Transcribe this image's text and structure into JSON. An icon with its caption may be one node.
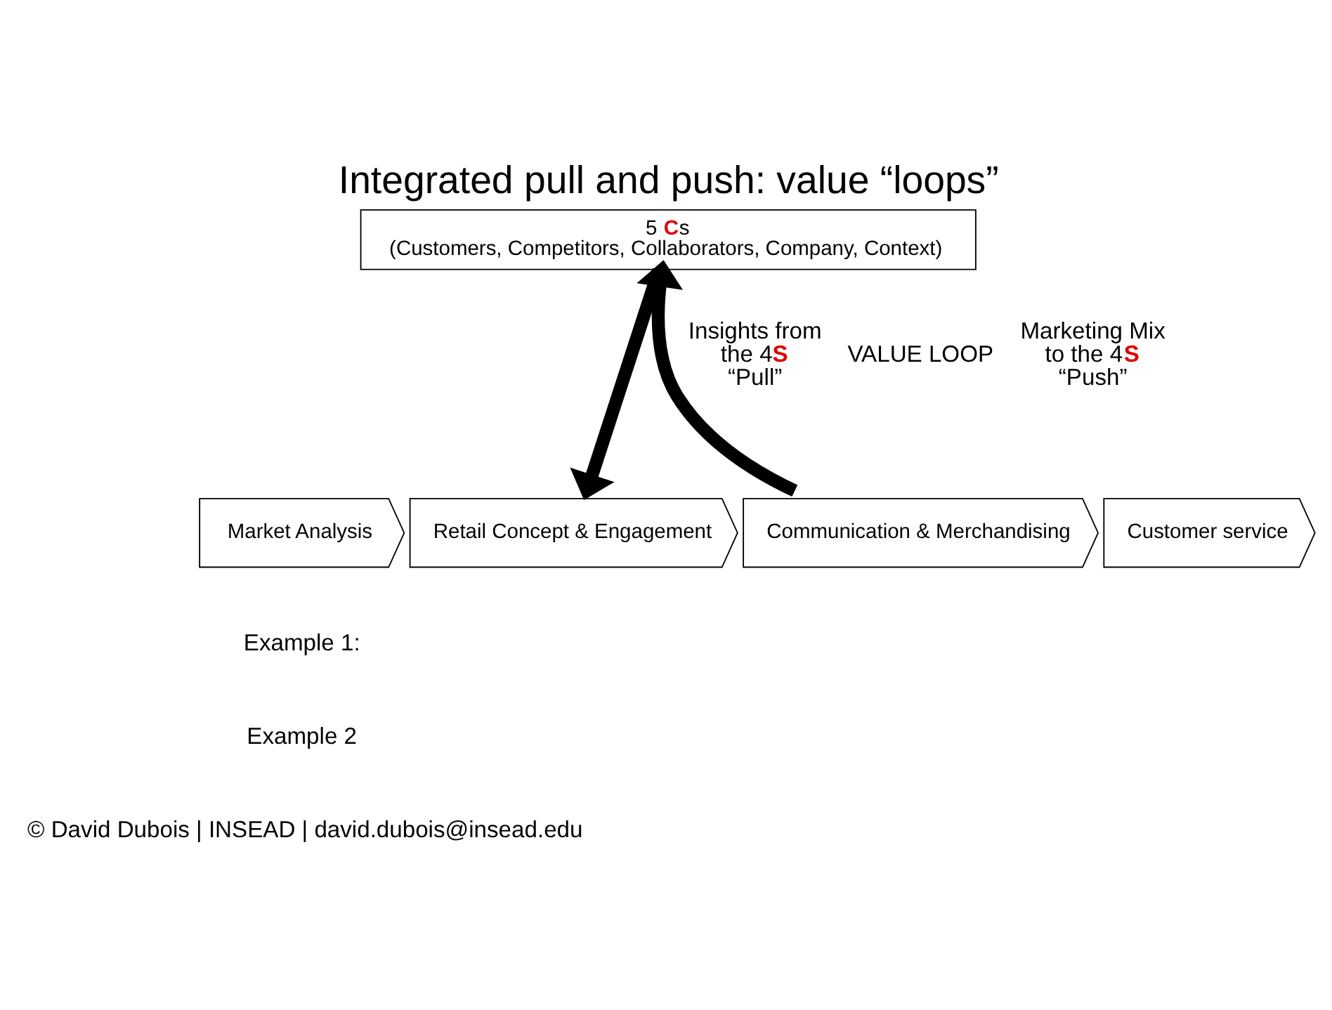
{
  "diagram": {
    "title": "Integrated pull and push: value “loops”",
    "nodes": [
      {
        "text": [
          "5 **C**s",
          "(Customers, Competitors, Collaborators, Company, Context)"
        ]
      },
      {
        "text": [
          "Market Analysis"
        ]
      },
      {
        "text": [
          "Retail Concept & Engagement"
        ]
      },
      {
        "text": [
          "Communication & Merchandising"
        ]
      },
      {
        "text": [
          "Customer service"
        ]
      }
    ],
    "edges": [
      {
        "from": 0,
        "to": 2,
        "arrow": "to"
      },
      {
        "from": 3,
        "to": 0,
        "arrow": "to"
      }
    ],
    "labels": [
      "Insights from the 4**S** “Pull”",
      "VALUE LOOP",
      "Marketing Mix to the 4**S** “Push”",
      "Example 1:",
      "Example 2",
      "© David Dubois | INSEAD | david.dubois@insead.edu"
    ]
  }
}
